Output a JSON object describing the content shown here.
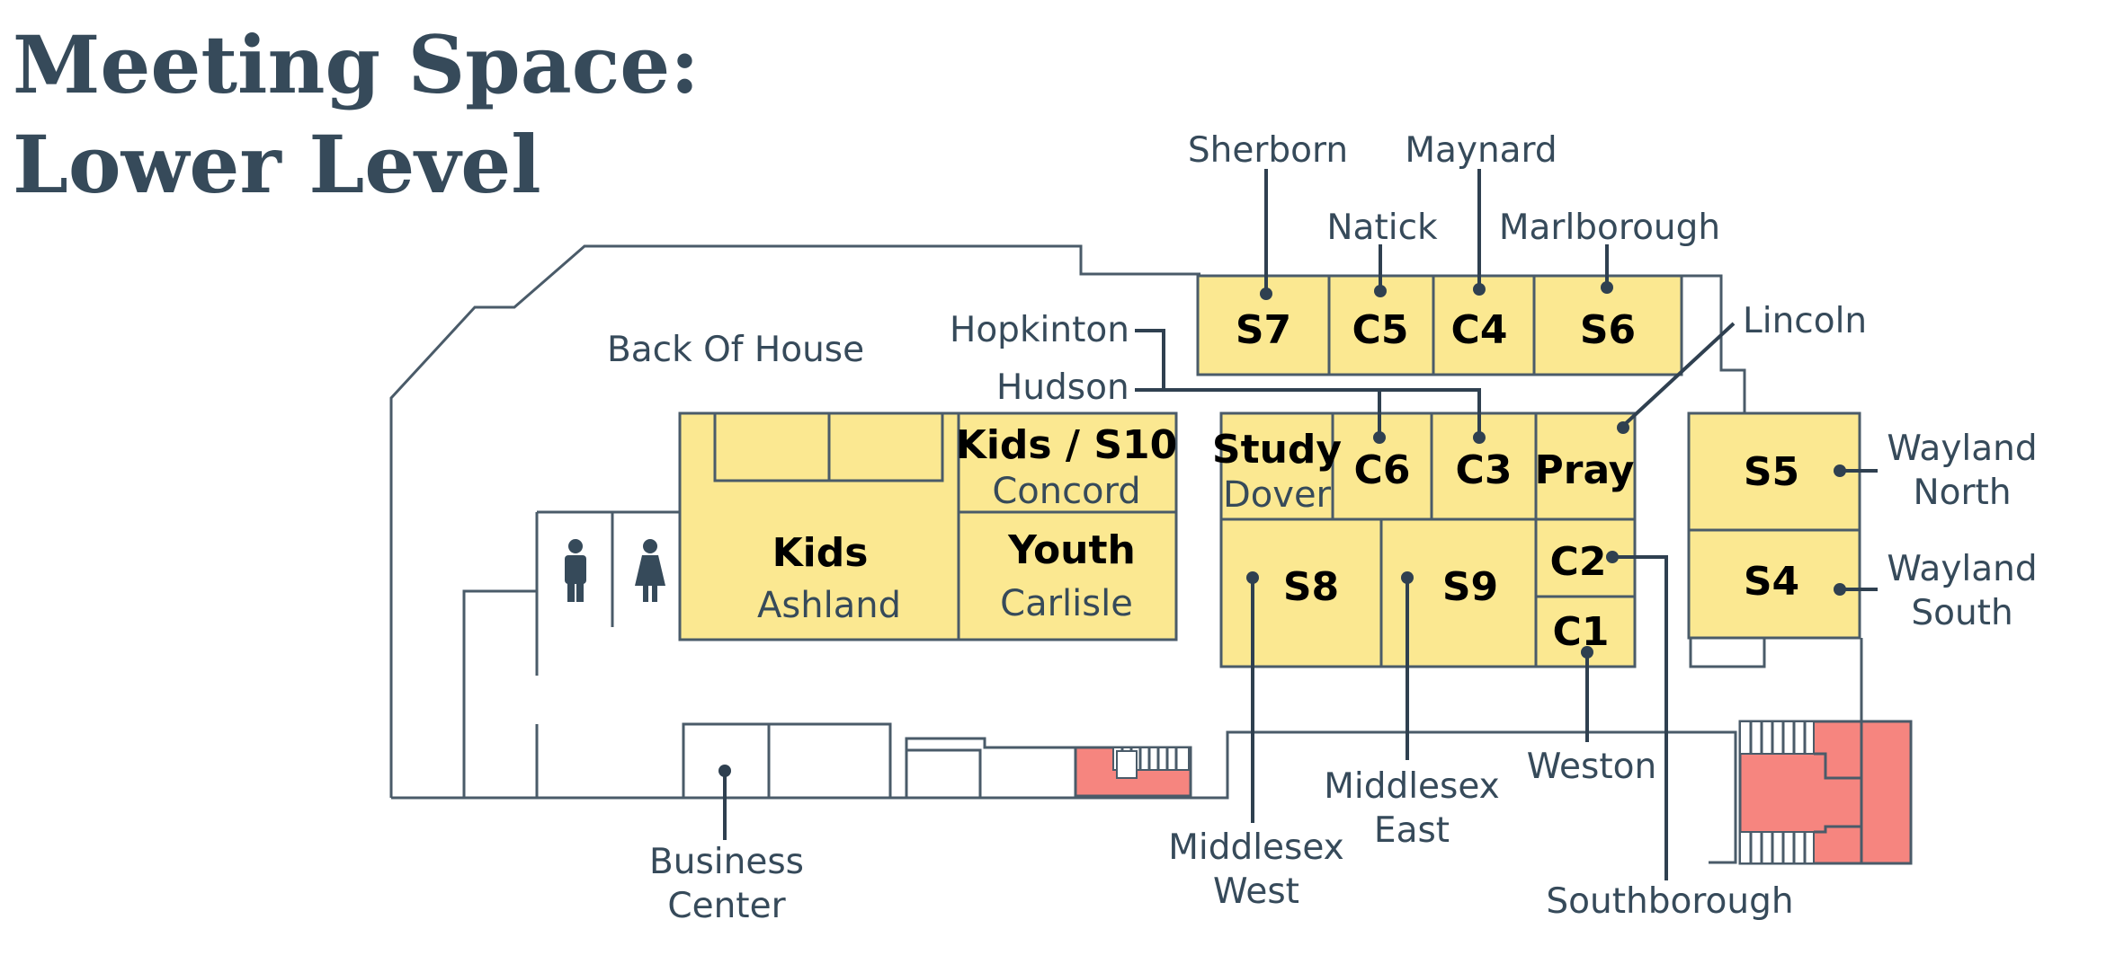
{
  "title": {
    "line1": "Meeting Space:",
    "line2": "Lower Level"
  },
  "colors": {
    "room": "#fbe891",
    "stairs": "#f6857f",
    "lines": "#4a5b69",
    "title": "#364a5a"
  },
  "icons": {
    "restroom_men": "man-restroom-icon",
    "restroom_women": "woman-restroom-icon"
  },
  "rooms": {
    "s7": "S7",
    "c5": "C5",
    "c4": "C4",
    "s6": "S6",
    "kids_s10": "Kids / S10",
    "concord": "Concord",
    "kids": "Kids",
    "ashland": "Ashland",
    "youth": "Youth",
    "carlisle": "Carlisle",
    "study": "Study",
    "dover": "Dover",
    "c6": "C6",
    "c3": "C3",
    "pray": "Pray",
    "s8": "S8",
    "s9": "S9",
    "c2": "C2",
    "c1": "C1",
    "s5": "S5",
    "s4": "S4"
  },
  "labels": {
    "sherborn": "Sherborn",
    "maynard": "Maynard",
    "natick": "Natick",
    "marlborough": "Marlborough",
    "hopkinton": "Hopkinton",
    "hudson": "Hudson",
    "lincoln": "Lincoln",
    "back_of_house": "Back Of House",
    "wayland_north_1": "Wayland",
    "wayland_north_2": "North",
    "wayland_south_1": "Wayland",
    "wayland_south_2": "South",
    "middlesex_east_1": "Middlesex",
    "middlesex_east_2": "East",
    "middlesex_west_1": "Middlesex",
    "middlesex_west_2": "West",
    "weston": "Weston",
    "southborough": "Southborough",
    "business_1": "Business",
    "business_2": "Center"
  }
}
